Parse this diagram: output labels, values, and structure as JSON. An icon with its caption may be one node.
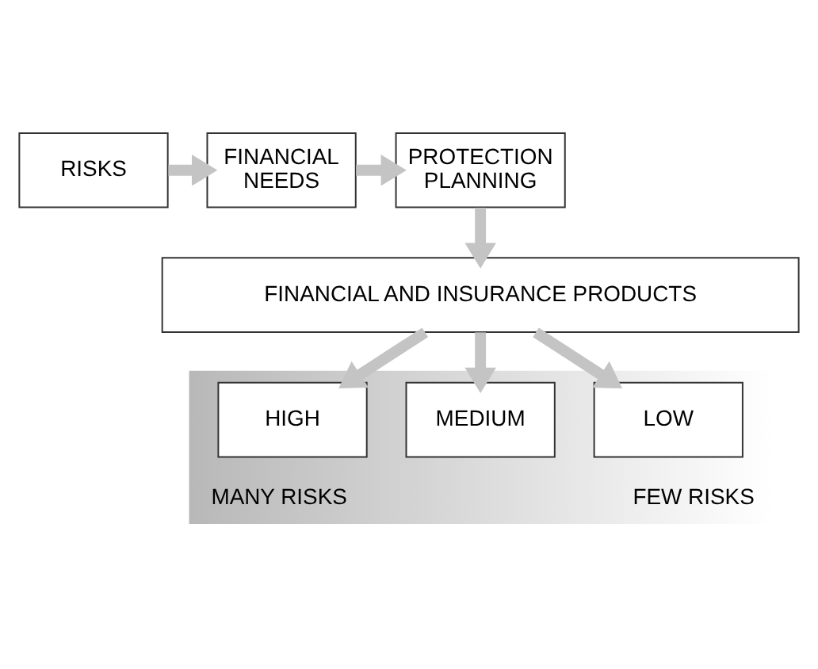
{
  "diagram": {
    "nodes": [
      {
        "text": [
          "RISKS"
        ]
      },
      {
        "text": [
          "FINANCIAL NEEDS"
        ]
      },
      {
        "text": [
          "PROTECTION PLANNING"
        ]
      },
      {
        "text": [
          "FINANCIAL AND INSURANCE PRODUCTS"
        ]
      },
      {
        "text": [
          "MANY RISKS",
          "FEW RISKS"
        ]
      },
      {
        "text": [
          "HIGH"
        ],
        "in": 4
      },
      {
        "text": [
          "MEDIUM"
        ],
        "in": 4
      },
      {
        "text": [
          "LOW"
        ],
        "in": 4
      }
    ],
    "edges": [
      {
        "from": 0,
        "to": 1,
        "arrow": "to"
      },
      {
        "from": 1,
        "to": 2,
        "arrow": "to"
      },
      {
        "from": 2,
        "to": 3,
        "arrow": "to"
      },
      {
        "from": 3,
        "to": 5,
        "arrow": "to"
      },
      {
        "from": 3,
        "to": 6,
        "arrow": "to"
      },
      {
        "from": 3,
        "to": 7,
        "arrow": "to"
      }
    ]
  }
}
